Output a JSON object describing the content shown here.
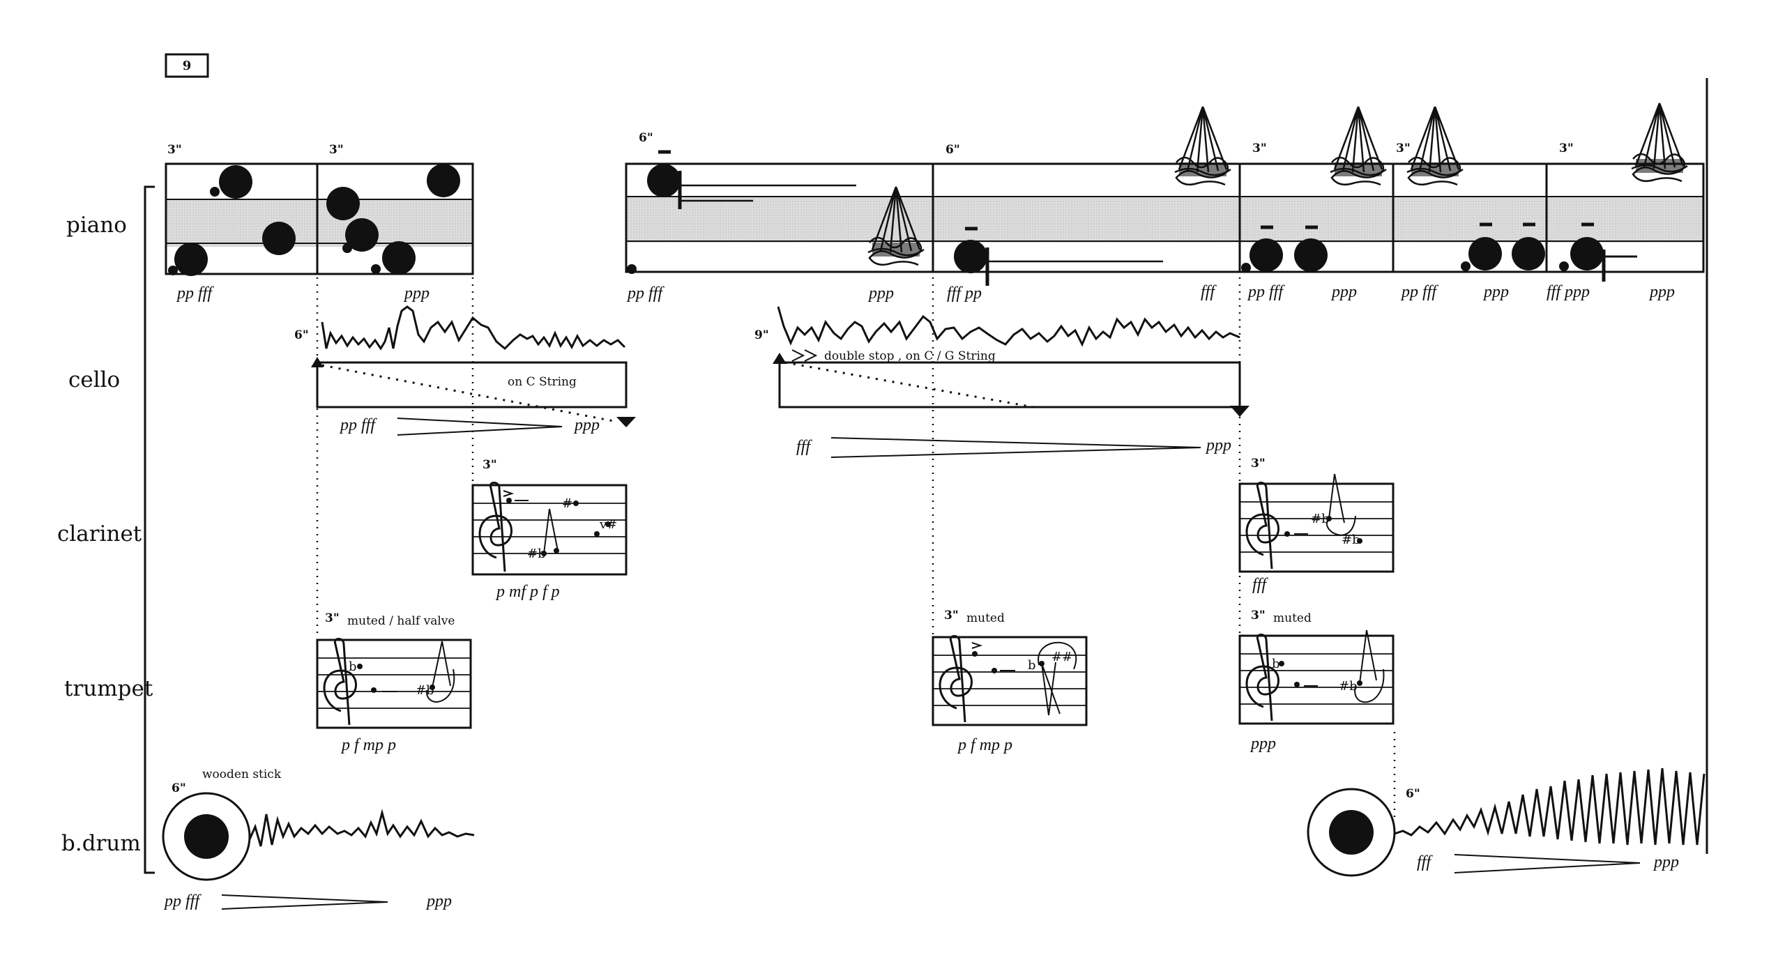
{
  "page_number": "9",
  "instruments": [
    "piano",
    "cello",
    "clarinet",
    "trumpet",
    "b.drum"
  ],
  "durations": {
    "p1": "3\"",
    "p2": "3\"",
    "p3": "6\"",
    "p4": "6\"",
    "p5": "3\"",
    "p6": "3\"",
    "p7": "3\"",
    "cello1": "6\"",
    "cello2": "9\"",
    "clar1": "3\"",
    "clar2": "3\"",
    "tpt1": "3\"",
    "tpt2": "3\"",
    "tpt3": "3\"",
    "bd1": "6\"",
    "bd2": "6\""
  },
  "annotations": {
    "cello_c_string": "on C  String",
    "cello_double_stop": "double stop , on C  / G String",
    "tpt_muted_half_valve": "muted / half valve",
    "tpt_muted_2": "muted",
    "tpt_muted_3": "muted",
    "bd_wooden_stick": "wooden stick"
  },
  "dynamics": {
    "piano_1": "pp  fff",
    "piano_2": "ppp",
    "piano_3": "pp  fff",
    "piano_4": "ppp",
    "piano_5": "fff  pp",
    "piano_6": "fff",
    "piano_7": "pp   fff",
    "piano_8": "ppp",
    "piano_9": "pp   fff",
    "piano_10": "ppp",
    "piano_11": "fff  ppp",
    "piano_12": "ppp",
    "cello_1a": "pp  fff",
    "cello_1b": "ppp",
    "cello_2a": "fff",
    "cello_2b": "ppp",
    "clar_1": "p      mf      p    f    p",
    "clar_2": "fff",
    "tpt_1": "p  f          mp      p",
    "tpt_2": "p  f          mp      p",
    "tpt_3": "ppp",
    "bd_1a": "pp  fff",
    "bd_1b": "ppp",
    "bd_2a": "fff",
    "bd_2b": "ppp"
  },
  "colors": {
    "ink": "#111111",
    "stripe": "#d6d6d6"
  }
}
